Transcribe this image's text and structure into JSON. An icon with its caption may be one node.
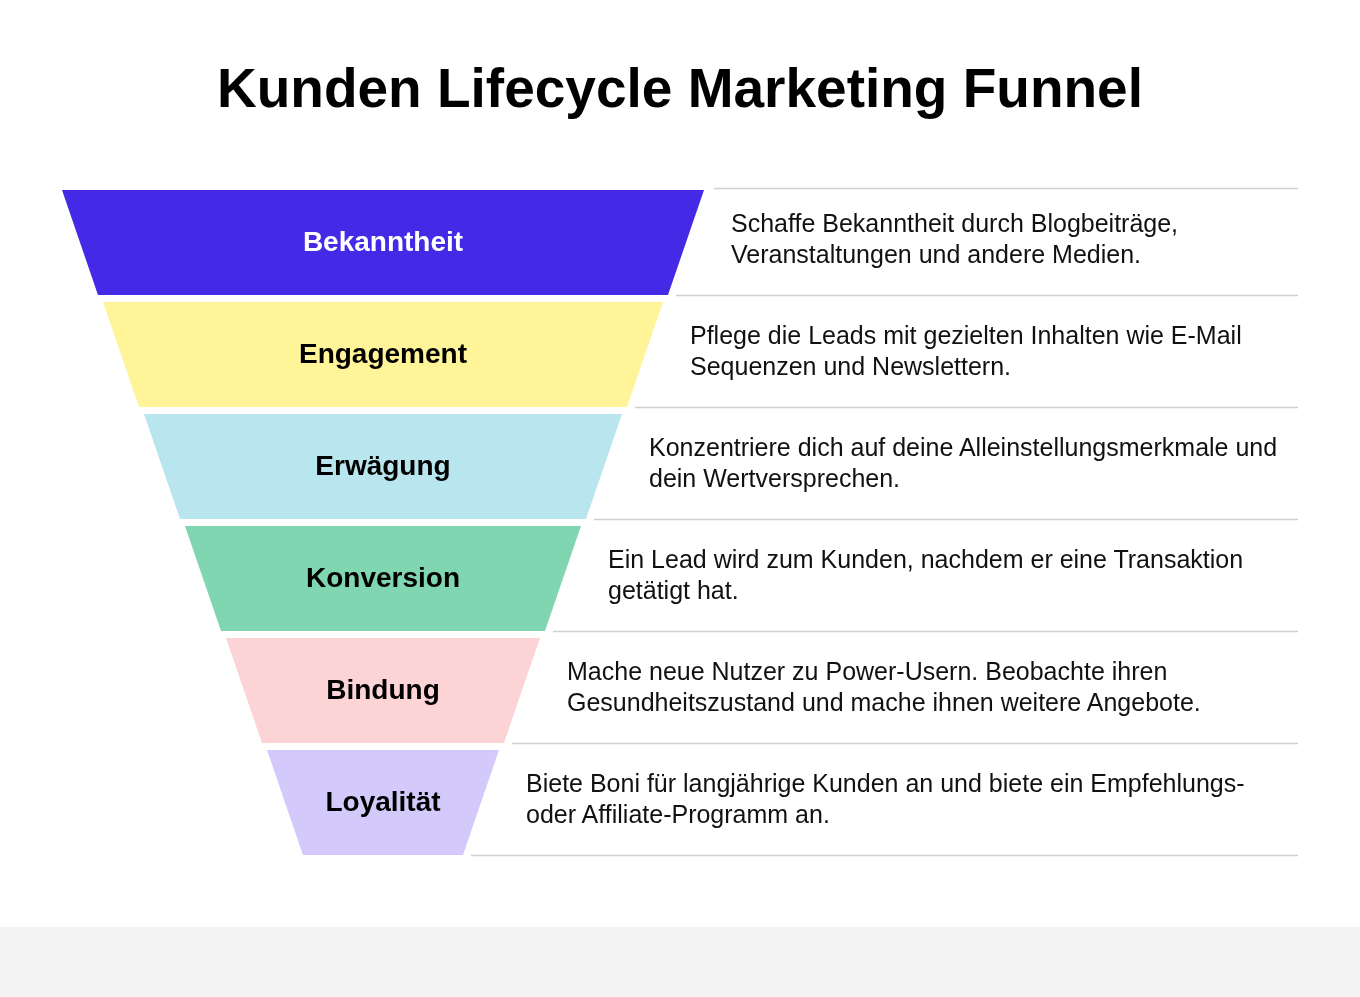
{
  "diagram": {
    "title": "Kunden Lifecycle Marketing Funnel",
    "nodes": [
      {
        "text": [
          "Bekanntheit"
        ],
        "beside": [
          "Schaffe Bekanntheit durch Blogbeiträge, Veranstaltungen und andere Medien."
        ]
      },
      {
        "text": [
          "Engagement"
        ],
        "beside": [
          "Pflege die Leads mit gezielten Inhalten wie E-Mail Sequenzen und Newslettern."
        ]
      },
      {
        "text": [
          "Erwägung"
        ],
        "beside": [
          "Konzentriere dich auf deine Alleinstellungsmerkmale und dein Wertversprechen."
        ]
      },
      {
        "text": [
          "Konversion"
        ],
        "beside": [
          "Ein Lead wird zum Kunden, nachdem er eine Transaktion getätigt hat."
        ]
      },
      {
        "text": [
          "Bindung"
        ],
        "beside": [
          "Mache neue Nutzer zu Power-Usern. Beobachte ihren Gesundheitszustand und mache ihnen weitere Angebote."
        ]
      },
      {
        "text": [
          "Loyalität"
        ],
        "beside": [
          "Biete Boni für langjährige Kunden an und biete ein Empfehlungs- oder Affiliate-Programm an."
        ]
      }
    ],
    "edges": []
  }
}
